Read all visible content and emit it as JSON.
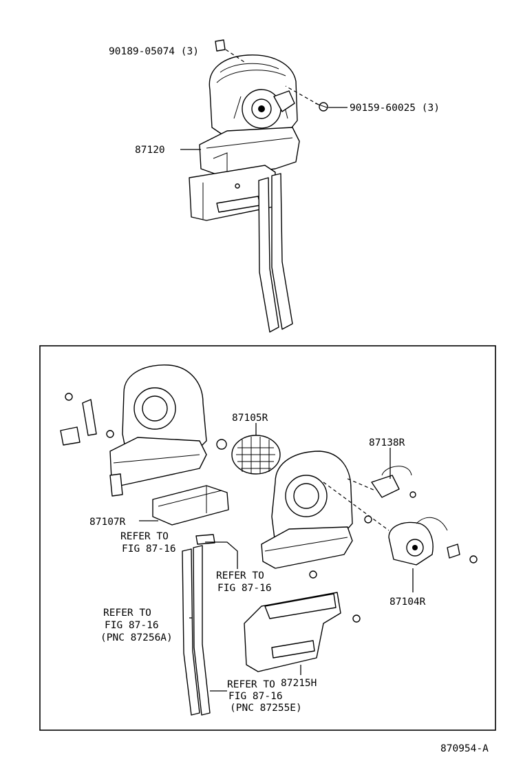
{
  "diagram_code": "870954-A",
  "top_assembly": {
    "labels": {
      "clip": "90189-05074 (3)",
      "screw": "90159-60025 (3)",
      "unit": "87120"
    }
  },
  "exploded_view": {
    "labels": {
      "fan": "87105R",
      "resistor": "87138R",
      "case": "87107R",
      "motor": "87104R",
      "duct": "87215H"
    },
    "refer_notes": {
      "refer_1": [
        "REFER TO",
        "FIG 87-16"
      ],
      "refer_2": [
        "REFER TO",
        "FIG 87-16"
      ],
      "refer_3": [
        "REFER TO",
        "FIG 87-16",
        "(PNC 87256A)"
      ],
      "refer_4": [
        "REFER TO",
        "FIG 87-16",
        "(PNC 87255E)"
      ]
    }
  }
}
